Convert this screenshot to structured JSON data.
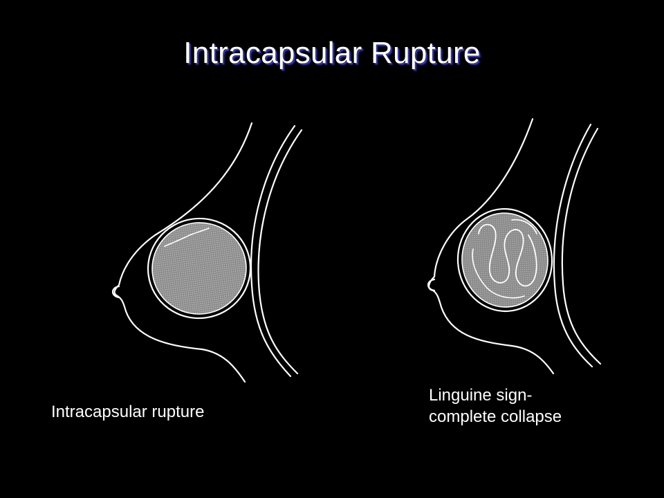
{
  "slide": {
    "title": "Intracapsular Rupture",
    "colors": {
      "background": "#000000",
      "line": "#ffffff",
      "implant_fill": "#9a9a9a",
      "title_shadow": "#3a3aa0"
    }
  },
  "left_figure": {
    "caption": "Intracapsular rupture"
  },
  "right_figure": {
    "caption_line1": "Linguine sign-",
    "caption_line2": "complete collapse"
  }
}
